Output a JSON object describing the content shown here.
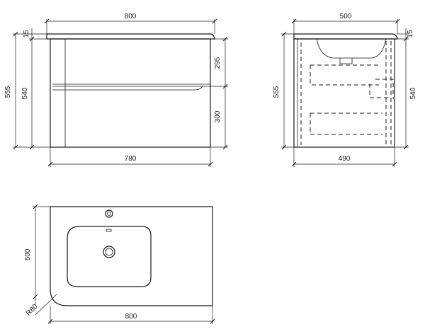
{
  "front_view": {
    "top_width": "800",
    "top_thickness": "15",
    "overall_height": "555",
    "cabinet_height": "540",
    "top_drawer_height": "295",
    "bottom_drawer_height": "300",
    "cabinet_width": "780"
  },
  "side_view": {
    "top_depth": "500",
    "overall_height": "555",
    "top_thickness": "15",
    "cabinet_height": "540",
    "cabinet_depth": "490"
  },
  "plan_view": {
    "depth": "500",
    "width": "800",
    "corner_radius": "R80"
  }
}
